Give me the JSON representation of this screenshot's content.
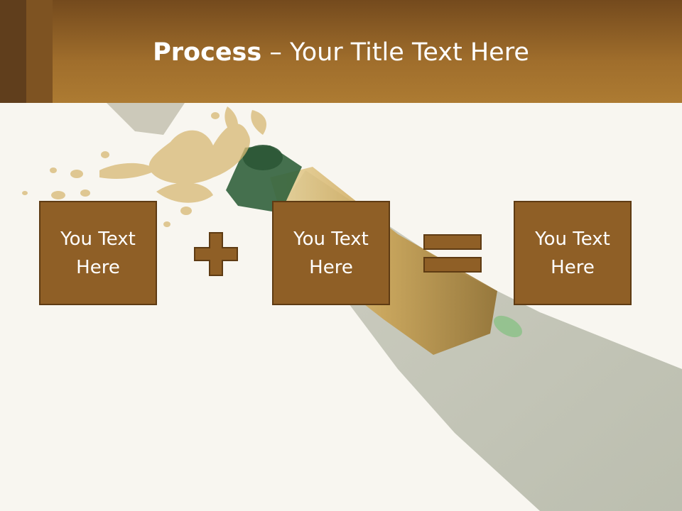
{
  "slide": {
    "title_bold": "Process",
    "title_rest": " – Your Title Text Here",
    "boxes": [
      "You Text Here",
      "You Text Here",
      "You Text Here"
    ],
    "colors": {
      "box_fill": "#8f5f26",
      "box_border": "#5e3b13",
      "header": "#a06e2c"
    },
    "icons": [
      "plus-icon",
      "equals-icon"
    ]
  }
}
